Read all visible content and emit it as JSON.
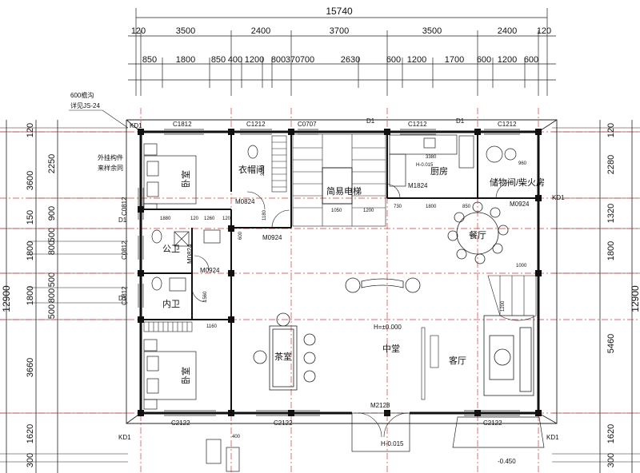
{
  "plan": {
    "dims_top": {
      "total": "15740",
      "row1": [
        "120",
        "3500",
        "2400",
        "3700",
        "3500",
        "2400",
        "120"
      ],
      "row2": [
        "850",
        "1800",
        "850",
        "400",
        "1200",
        "800",
        "370",
        "700",
        "2630",
        "600",
        "1200",
        "1700",
        "600",
        "1200",
        "600"
      ]
    },
    "dims_left": {
      "total": "12900",
      "row1": [
        "120",
        "3600",
        "150",
        "1800",
        "1800",
        "3660",
        "1620",
        "300"
      ],
      "row2": [
        "2250",
        "900",
        "500",
        "800",
        "500",
        "800",
        "500"
      ]
    },
    "dims_right": {
      "total": "12900",
      "row1": [
        "120",
        "2280",
        "1320",
        "1800",
        "5460",
        "1620",
        "300"
      ]
    },
    "note": {
      "line1": "600檐沟",
      "line2": "详见JS-24"
    },
    "note2": {
      "line1": "外挂构件",
      "line2": "来样余同"
    },
    "windows": [
      "C1812",
      "C1212",
      "C0707",
      "C1212",
      "C1212",
      "C2122",
      "C2122",
      "C2122",
      "C0812",
      "C0812",
      "C0812"
    ],
    "doors": [
      "M0824",
      "M0924",
      "M1824",
      "M0924",
      "M0924",
      "M0824",
      "M2128"
    ],
    "tags": {
      "kd1": "KD1",
      "d1": "D1"
    },
    "rooms": {
      "bedroom": "卧室",
      "closet": "衣帽间",
      "elevator": "简易电梯",
      "kitchen": "厨房",
      "storage": "储物间/柴火房",
      "dining": "餐厅",
      "public_wc": "公卫",
      "inner_wc": "内卫",
      "tea": "茶室",
      "hall": "中堂",
      "living": "客厅"
    },
    "levels": {
      "hall": "H=±0.000",
      "kitchen": "H-0.015",
      "entry": "H-0.015",
      "outside": "-0.450"
    },
    "small_dims": [
      "1880",
      "120",
      "1260",
      "120",
      "730",
      "1800",
      "850",
      "1000",
      "1160",
      "960",
      "600",
      "3380",
      "1050",
      "1200",
      "2080",
      "1180",
      "1560",
      "1200",
      "400"
    ]
  }
}
